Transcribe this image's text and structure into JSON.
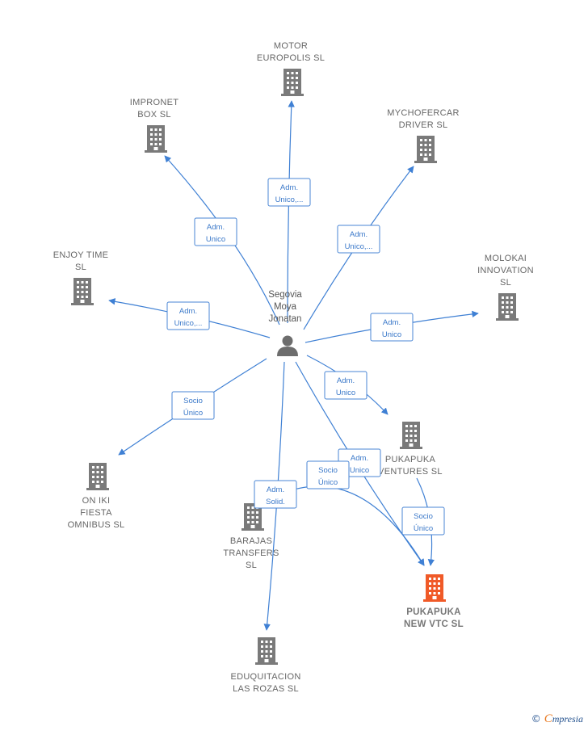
{
  "diagram": {
    "colors": {
      "building": "#7a7a7a",
      "building_focus": "#f05a28",
      "edge": "#3f80d4",
      "person": "#6d6d6d"
    },
    "center": {
      "id": "person",
      "label_lines": [
        "Segovia",
        "Moya",
        "Jonatan"
      ],
      "icon": "person-icon"
    },
    "nodes": [
      {
        "id": "motor",
        "label_lines": [
          "MOTOR",
          "EUROPOLIS SL"
        ],
        "focus": false
      },
      {
        "id": "impronet",
        "label_lines": [
          "IMPRONET",
          "BOX SL"
        ],
        "focus": false
      },
      {
        "id": "mychofercar",
        "label_lines": [
          "MYCHOFERCAR",
          "DRIVER  SL"
        ],
        "focus": false
      },
      {
        "id": "enjoy",
        "label_lines": [
          "ENJOY TIME",
          "SL"
        ],
        "focus": false
      },
      {
        "id": "molokai",
        "label_lines": [
          "MOLOKAI",
          "INNOVATION",
          "SL"
        ],
        "focus": false
      },
      {
        "id": "pukapuka_ventures",
        "label_lines": [
          "PUKAPUKA",
          "VENTURES  SL"
        ],
        "focus": false
      },
      {
        "id": "oniki",
        "label_lines": [
          "ON IKI",
          "FIESTA",
          "OMNIBUS  SL"
        ],
        "focus": false
      },
      {
        "id": "barajas",
        "label_lines": [
          "BARAJAS",
          "TRANSFERS",
          "SL"
        ],
        "focus": false
      },
      {
        "id": "pukapuka_new",
        "label_lines": [
          "PUKAPUKA",
          "NEW VTC  SL"
        ],
        "focus": true
      },
      {
        "id": "eduquitacion",
        "label_lines": [
          "EDUQUITACION",
          "LAS ROZAS  SL"
        ],
        "focus": false
      }
    ],
    "edges": [
      {
        "id": "e_motor",
        "from": "person",
        "to": "motor",
        "label_lines": [
          "Adm.",
          "Unico,..."
        ]
      },
      {
        "id": "e_impronet",
        "from": "person",
        "to": "impronet",
        "label_lines": [
          "Adm.",
          "Unico"
        ]
      },
      {
        "id": "e_mychofercar",
        "from": "person",
        "to": "mychofercar",
        "label_lines": [
          "Adm.",
          "Unico,..."
        ]
      },
      {
        "id": "e_enjoy",
        "from": "person",
        "to": "enjoy",
        "label_lines": [
          "Adm.",
          "Unico,..."
        ]
      },
      {
        "id": "e_molokai",
        "from": "person",
        "to": "molokai",
        "label_lines": [
          "Adm.",
          "Unico"
        ]
      },
      {
        "id": "e_pukapuka_ventures",
        "from": "person",
        "to": "pukapuka_ventures",
        "label_lines": [
          "Adm.",
          "Unico"
        ]
      },
      {
        "id": "e_oniki",
        "from": "person",
        "to": "oniki",
        "label_lines": [
          "Socio",
          "Único"
        ]
      },
      {
        "id": "e_eduquitacion",
        "from": "person",
        "to": "eduquitacion",
        "label_lines": [
          "Adm.",
          "Solid."
        ]
      },
      {
        "id": "e_new_adm",
        "from": "person",
        "to": "pukapuka_new",
        "label_lines": [
          "Adm.",
          "Unico"
        ]
      },
      {
        "id": "e_barajas_socio",
        "from": "barajas",
        "to": "pukapuka_new",
        "label_lines": [
          "Socio",
          "Único"
        ]
      },
      {
        "id": "e_ventures_socio",
        "from": "pukapuka_ventures",
        "to": "pukapuka_new",
        "label_lines": [
          "Socio",
          "Único"
        ]
      }
    ]
  },
  "footer": {
    "copyright_symbol": "©",
    "brand_initial": "C",
    "brand_rest": "mpresia"
  }
}
